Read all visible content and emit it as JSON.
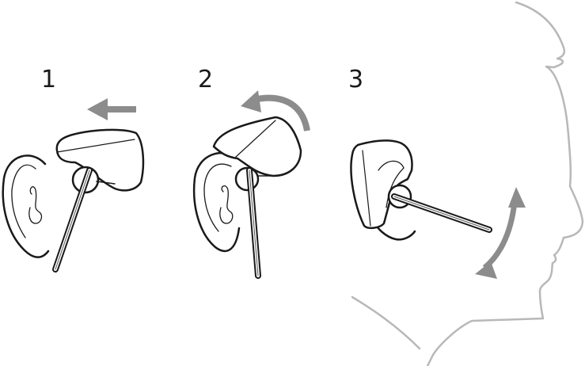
{
  "diagram": {
    "kind": "headset-fitting-instructions",
    "colors": {
      "line": "#1a1a1a",
      "arrow": "#8c8c8c",
      "head_outline": "#b8b8b8",
      "background": "#ffffff"
    },
    "steps": [
      {
        "number": "1",
        "action": "slide-on",
        "arrow": "straight-left-arrow"
      },
      {
        "number": "2",
        "action": "rotate-over-ear",
        "arrow": "curved-counterclockwise-arrow"
      },
      {
        "number": "3",
        "action": "adjust-boom",
        "arrow": "double-headed-curved-arrow"
      }
    ]
  }
}
